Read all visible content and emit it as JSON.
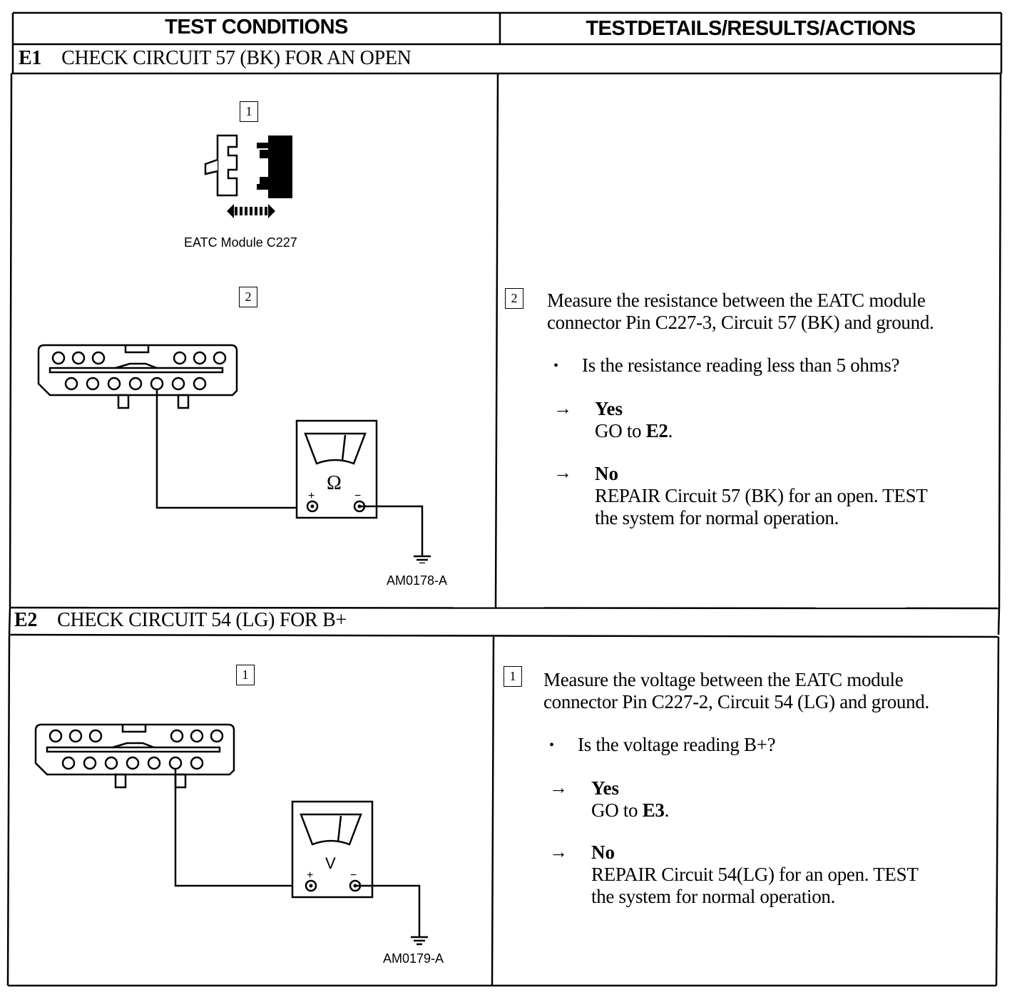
{
  "table": {
    "header_left": "TEST CONDITIONS",
    "header_right": "TESTDETAILS/RESULTS/ACTIONS"
  },
  "e1": {
    "step": "E1",
    "title": "CHECK CIRCUIT 57 (BK) FOR AN OPEN",
    "callout_1": "1",
    "callout_2": "2",
    "connector_caption": "EATC Module C227",
    "meter_symbol": "Ω",
    "plus": "+",
    "minus": "−",
    "diagram_id": "AM0178-A",
    "instruction_num": "2",
    "instruction_line1": "Measure the resistance between the EATC module",
    "instruction_line2": "connector Pin C227-3, Circuit 57 (BK) and ground.",
    "question": "Is the resistance reading less than 5 ohms?",
    "yes_label": "Yes",
    "yes_text": "GO to",
    "yes_target": "E2",
    "no_label": "No",
    "no_line1": "REPAIR Circuit 57 (BK) for an open. TEST",
    "no_line2": "the system for normal operation."
  },
  "e2": {
    "step": "E2",
    "title": "CHECK CIRCUIT 54 (LG) FOR B+",
    "callout_1": "1",
    "meter_symbol": "V",
    "plus": "+",
    "minus": "−",
    "diagram_id": "AM0179-A",
    "instruction_num": "1",
    "instruction_line1": "Measure the voltage between the EATC module",
    "instruction_line2": "connector Pin C227-2, Circuit 54 (LG) and ground.",
    "question": "Is the voltage reading B+?",
    "yes_label": "Yes",
    "yes_text": "GO to",
    "yes_target": "E3",
    "no_label": "No",
    "no_line1": "REPAIR Circuit 54(LG) for an open. TEST",
    "no_line2": "the system for normal operation."
  },
  "icons": {
    "bullet": "•",
    "arrow": "→"
  }
}
